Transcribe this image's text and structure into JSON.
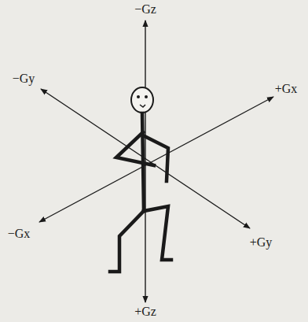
{
  "diagram": {
    "labels": [
      "−Gz",
      "+Gx",
      "−Gy",
      "−Gx",
      "+Gy",
      "+Gz"
    ]
  }
}
